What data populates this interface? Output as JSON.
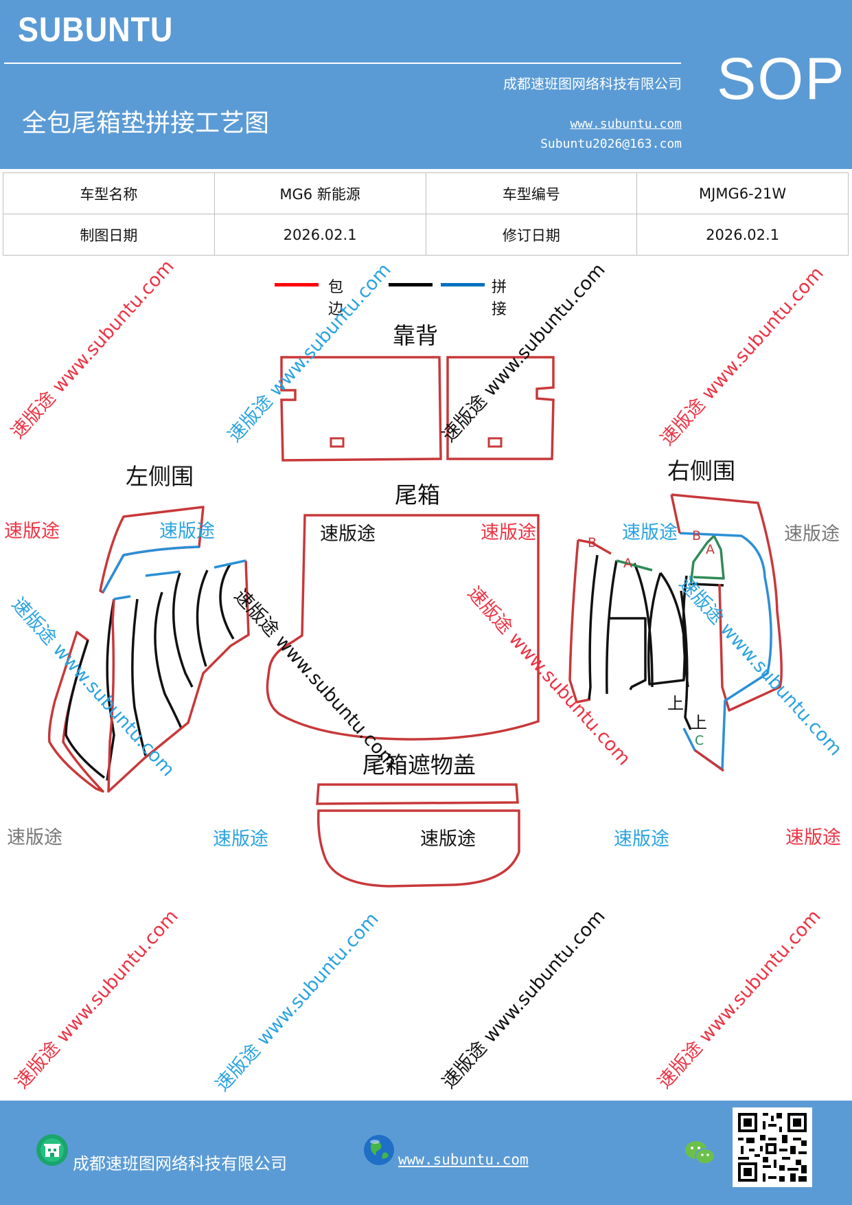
{
  "header": {
    "brand": "SUBUNTU",
    "doc_title": "全包尾箱垫拼接工艺图",
    "company": "成都速班图网络科技有限公司",
    "website": "www.subuntu.com",
    "email": "Subuntu2026@163.com",
    "sop": "SOP"
  },
  "info_table": {
    "model_name_label": "车型名称",
    "model_name_value": "MG6 新能源",
    "model_code_label": "车型编号",
    "model_code_value": "MJMG6-21W",
    "draw_date_label": "制图日期",
    "draw_date_value": "2026.02.1",
    "revise_date_label": "修订日期",
    "revise_date_value": "2026.02.1"
  },
  "legend": {
    "items": [
      {
        "label": "包边",
        "color": "#ff0000"
      },
      {
        "label": "",
        "color": "#000000"
      },
      {
        "label": "拼接",
        "color": "#0070c0"
      }
    ]
  },
  "parts": {
    "backrest": "靠背",
    "left_side": "左侧围",
    "trunk": "尾箱",
    "right_side": "右侧围",
    "cover": "尾箱遮物盖"
  },
  "markers": {
    "b": "B",
    "a": "A",
    "c": "C",
    "up": "上"
  },
  "watermarks": {
    "brand_cn": "速版途",
    "diagonal_text": "速版途 www.subuntu.com",
    "diagonal_text_rev": "www.subuntu.com"
  },
  "colors": {
    "header_bg": "#5b9bd5",
    "edge_red": "#c8383a",
    "splice_blue": "#2a8fd6",
    "seam_green": "#2e8b57",
    "wm_red": "#ee3344",
    "wm_blue": "#2aa3e0",
    "wm_gray": "#777777"
  },
  "footer": {
    "company": "成都速班图网络科技有限公司",
    "website": "www.subuntu.com"
  }
}
